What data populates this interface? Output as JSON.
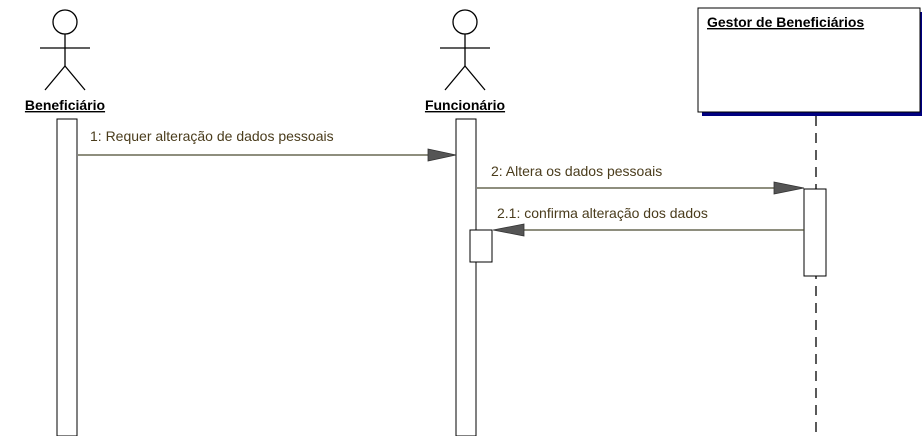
{
  "diagram": {
    "type": "sequence",
    "participants": [
      {
        "id": "beneficiario",
        "kind": "actor",
        "label": "Beneficiário"
      },
      {
        "id": "funcionario",
        "kind": "actor",
        "label": "Funcionário"
      },
      {
        "id": "gestor",
        "kind": "object",
        "label": "Gestor de Beneficiários"
      }
    ],
    "messages": [
      {
        "id": "m1",
        "from": "beneficiario",
        "to": "funcionario",
        "label": "1: Requer alteração de dados pessoais"
      },
      {
        "id": "m2",
        "from": "funcionario",
        "to": "gestor",
        "label": "2: Altera os dados pessoais"
      },
      {
        "id": "m3",
        "from": "gestor",
        "to": "funcionario",
        "label": "2.1: confirma alteração dos dados"
      }
    ]
  },
  "colors": {
    "message_line": "#4a4a30",
    "arrow_head": "#555555",
    "object_shadow": "#000080",
    "lifeline": "#000000"
  }
}
